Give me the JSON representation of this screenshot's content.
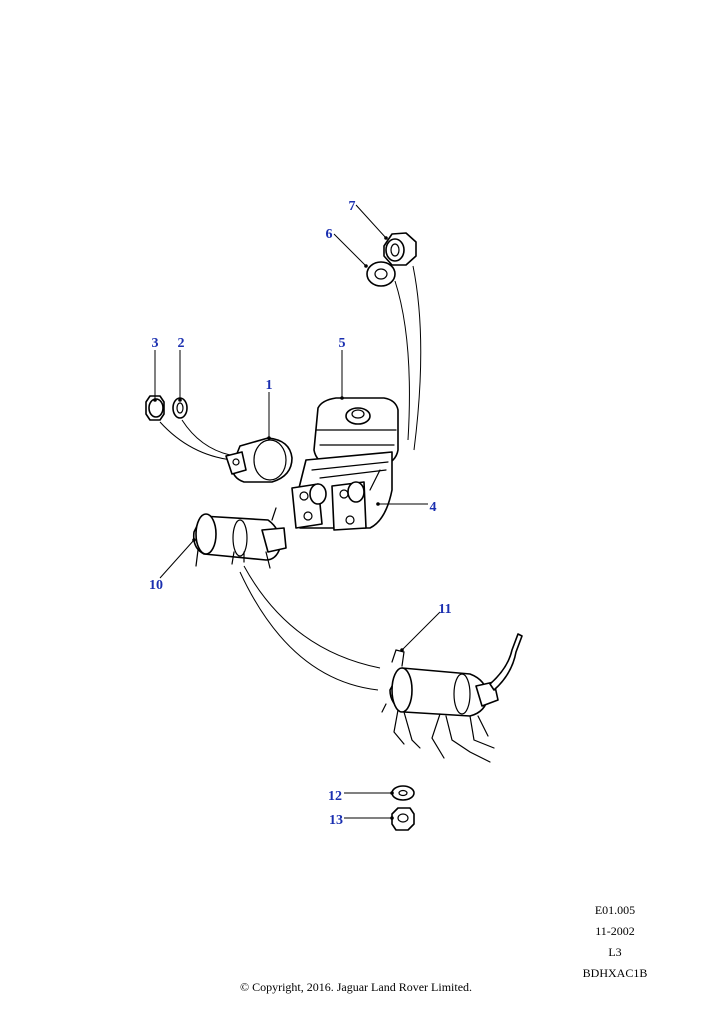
{
  "callout_color": "#1a2fb0",
  "callouts": {
    "c1": "1",
    "c2": "2",
    "c3": "3",
    "c4": "4",
    "c5": "5",
    "c6": "6",
    "c7": "7",
    "c10": "10",
    "c11": "11",
    "c12": "12",
    "c13": "13"
  },
  "meta": {
    "code": "E01.005",
    "date": "11-2002",
    "level": "L3",
    "ref": "BDHXAC1B"
  },
  "copyright": "© Copyright, 2016. Jaguar Land Rover Limited."
}
